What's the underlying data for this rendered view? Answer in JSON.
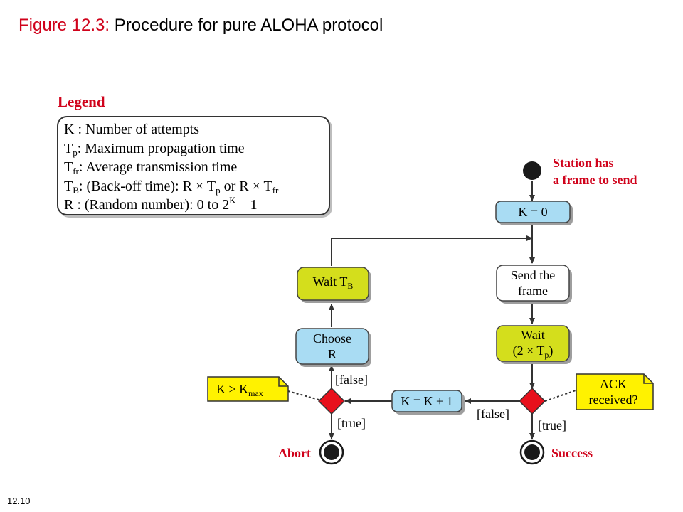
{
  "header": {
    "figure_label": "Figure 12.3:",
    "title": "Procedure for pure ALOHA protocol"
  },
  "footer": {
    "slide_number": "12.10"
  },
  "legend": {
    "title": "Legend",
    "rows": [
      {
        "sym": "K",
        "sub": "",
        "text": " : Number of attempts"
      },
      {
        "sym": "T",
        "sub": "p",
        "text": ": Maximum propagation time"
      },
      {
        "sym": "T",
        "sub": "fr",
        "text": ": Average transmission time"
      },
      {
        "sym": "T",
        "sub": "B",
        "text": ": (Back-off time): R × T",
        "sub2": "p",
        "text2": " or R × T",
        "sub3": "fr"
      },
      {
        "sym": "R",
        "sub": "",
        "text": " : (Random number): 0 to 2",
        "sup": "K",
        "text2": " – 1"
      }
    ]
  },
  "flow": {
    "start_label": [
      "Station has",
      "a frame to send"
    ],
    "k_zero": "K = 0",
    "send_frame": [
      "Send the",
      "frame"
    ],
    "wait": [
      "Wait",
      "(2 × T",
      "p",
      ")"
    ],
    "ack_note": [
      "ACK",
      "received?"
    ],
    "success": "Success",
    "true_right": "[true]",
    "false_right": "[false]",
    "k_inc": "K = K + 1",
    "kmax_note": {
      "pre": "K > K",
      "sub": "max"
    },
    "false_left": "[false]",
    "true_left": "[true]",
    "abort": "Abort",
    "choose_r": [
      "Choose",
      "R"
    ],
    "wait_tb": {
      "pre": "Wait T",
      "sub": "B"
    }
  },
  "colors": {
    "accent_red": "#d0021b",
    "box_blue": "#a9dcf3",
    "box_green": "#d4de1c",
    "note_yellow": "#fff200",
    "diamond_red": "#e8101c"
  }
}
